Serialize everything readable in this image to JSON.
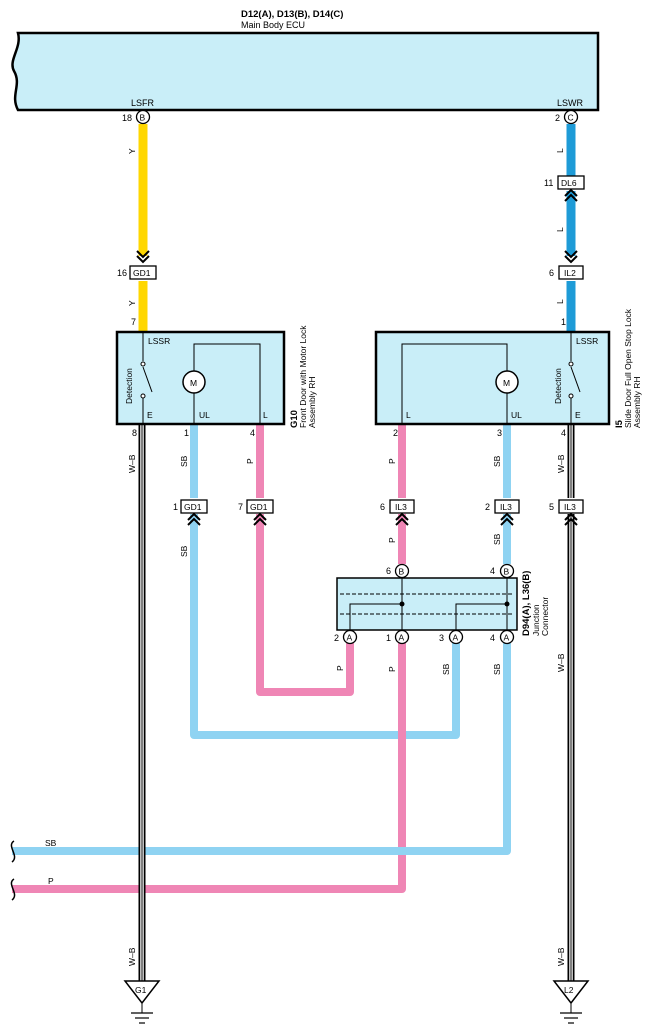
{
  "ecu": {
    "title": "D12(A), D13(B), D14(C)",
    "subtitle": "Main Body ECU",
    "pin_left_name": "LSFR",
    "pin_left_num": "18",
    "pin_left_conn": "B",
    "pin_right_name": "LSWR",
    "pin_right_num": "2",
    "pin_right_conn": "C"
  },
  "wire_colors": {
    "Y": "#FFD700",
    "L": "#1E9BD7",
    "SB": "#8FD3F2",
    "P": "#EF86B5",
    "W-B": "#222222",
    "box": "#C9EEF8"
  },
  "labels": {
    "y": "Y",
    "l": "L",
    "sb": "SB",
    "p": "P",
    "wb": "W–B"
  },
  "connectors": {
    "dl6": {
      "pin": "11",
      "name": "DL6"
    },
    "il2": {
      "pin": "6",
      "name": "IL2"
    },
    "gd1_top": {
      "pin": "16",
      "name": "GD1"
    },
    "gd1_a": {
      "pin": "1",
      "name": "GD1"
    },
    "gd1_b": {
      "pin": "7",
      "name": "GD1"
    },
    "il3_a": {
      "pin": "6",
      "name": "IL3"
    },
    "il3_b": {
      "pin": "2",
      "name": "IL3"
    },
    "il3_c": {
      "pin": "5",
      "name": "IL3"
    }
  },
  "front_lock": {
    "code": "G10",
    "name_line1": "Front Door with Motor Lock",
    "name_line2": "Assembly RH",
    "pin_in": "7",
    "sig": "LSSR",
    "detection": "Detection",
    "motor": "M",
    "term_e": "E",
    "term_ul": "UL",
    "term_l": "L",
    "pin_e": "8",
    "pin_ul": "1",
    "pin_l": "4"
  },
  "slide_lock": {
    "code": "I5",
    "name_line1": "Slide Door Full Open Stop Lock",
    "name_line2": "Assembly RH",
    "pin_in": "1",
    "sig": "LSSR",
    "detection": "Detection",
    "motor": "M",
    "term_l": "L",
    "term_ul": "UL",
    "term_e": "E",
    "pin_l": "2",
    "pin_ul": "3",
    "pin_e": "4"
  },
  "junction": {
    "code": "D94(A), L36(B)",
    "name_line1": "Junction",
    "name_line2": "Connector",
    "top_pin_1": "6",
    "top_conn_1": "B",
    "top_pin_2": "4",
    "top_conn_2": "B",
    "bot_pin_1": "2",
    "bot_pin_2": "1",
    "bot_pin_3": "3",
    "bot_pin_4": "4",
    "bot_conn": "A"
  },
  "grounds": {
    "g1": "G1",
    "l2": "L2"
  }
}
